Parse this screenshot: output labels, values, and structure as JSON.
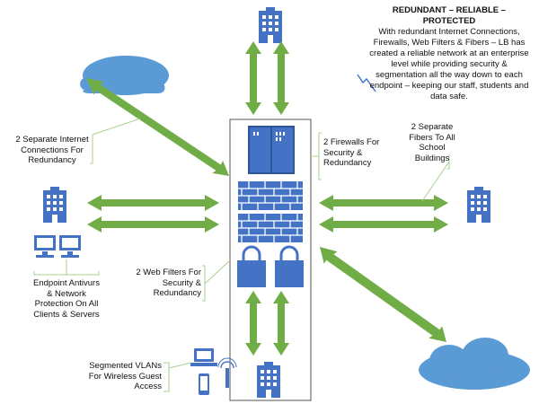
{
  "title": "REDUNDANT – RELIABLE – PROTECTED",
  "description": "With redundant Internet Connections, Firewalls, Web Filters & Fibers – LB has created a reliable network at an enterprise level while providing security & segmentation all the way down to each endpoint – keeping our staff, students and data safe.",
  "labels": {
    "internet": [
      "2 Separate Internet",
      "Connections For",
      "Redundancy"
    ],
    "firewalls": [
      "2 Firewalls For",
      "Security &",
      "Redundancy"
    ],
    "fibers": [
      "2 Separate",
      "Fibers To All",
      "School",
      "Buildings"
    ],
    "web_filters": [
      "2 Web Filters For",
      "Security &",
      "Redundancy"
    ],
    "endpoint": [
      "Endpoint Antivurs",
      "& Network",
      "Protection On All",
      "Clients & Servers"
    ],
    "vlans": [
      "Segmented VLANs",
      "For Wireless Guest",
      "Access"
    ]
  },
  "colors": {
    "arrow": "#70ad47",
    "building": "#4472c4",
    "building_dark": "#2f5597",
    "cloud": "#5b9bd5",
    "rack_border": "#7f7f7f",
    "callout_line": "#a9d18e"
  },
  "icons": [
    "cloud-icon",
    "building-icon",
    "firewall-brick-icon",
    "padlock-icon",
    "server-icon",
    "computer-icon",
    "laptop-icon",
    "tablet-icon",
    "wireless-ap-icon"
  ]
}
